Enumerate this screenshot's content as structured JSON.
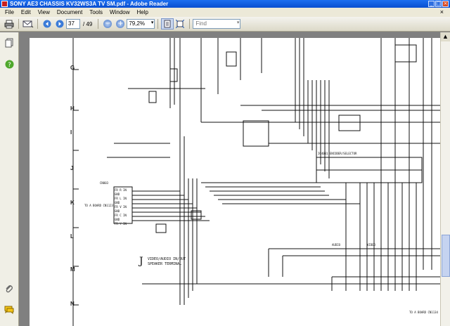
{
  "window": {
    "title": "SONY AE3 CHASSIS KV32WS3A TV SM.pdf - Adobe Reader",
    "controls": [
      "_",
      "□",
      "×"
    ]
  },
  "menu": {
    "items": [
      "File",
      "Edit",
      "View",
      "Document",
      "Tools",
      "Window",
      "Help"
    ],
    "close_glyph": "×"
  },
  "toolbar": {
    "current_page": "37",
    "page_of": "/ 49",
    "zoom": "79,2%",
    "find_placeholder": "Find"
  },
  "document": {
    "row_labels": [
      "G",
      "H",
      "I",
      "J",
      "K",
      "L",
      "M",
      "N"
    ],
    "section_letter": "J",
    "section_title_1": "VIDEO/AUDIO IN/OUT",
    "section_title_2": "SPEAKER TERMINAL",
    "connector_header": "CN803",
    "connector_side_label": "TO A BOARD CN1123",
    "connector_pins": [
      "FR R IN",
      "GND",
      "FR L IN",
      "GND",
      "FR V IN",
      "GND",
      "FR C IN",
      "GND",
      "FR Y IN"
    ],
    "bottom_right_label": "TO A BOARD CN1134",
    "bus_label_1": "AUDIO",
    "bus_label_2": "VIDEO",
    "ic_label": "IC4001 ENCODER/SELECTOR"
  },
  "colors": {
    "titlebar": "#0a4fd0",
    "menubar": "#ece9d8",
    "doc_background": "#808080"
  },
  "icons": [
    "print-icon",
    "envelope-icon",
    "back-icon",
    "forward-icon",
    "zoom-out-icon",
    "zoom-in-icon",
    "single-page-icon",
    "fit-page-icon",
    "pages-icon",
    "help-icon",
    "attachment-icon",
    "comments-icon"
  ]
}
